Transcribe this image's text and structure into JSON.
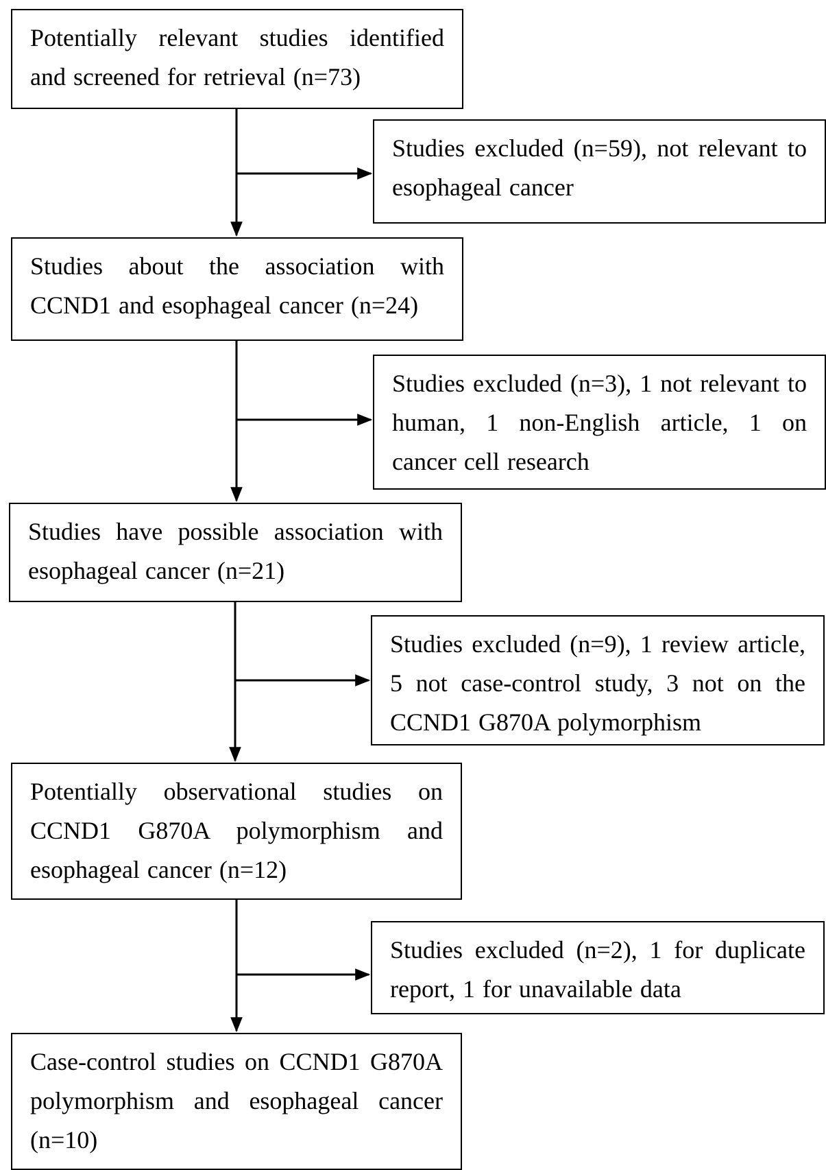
{
  "steps": [
    {
      "text": "Potentially relevant studies identified and screened for retrieval (n=73)"
    },
    {
      "text": "Studies about the association with CCND1 and esophageal cancer (n=24)"
    },
    {
      "text": "Studies have possible association with esophageal cancer (n=21)"
    },
    {
      "text": "Potentially observational studies on CCND1 G870A polymorphism and esophageal cancer (n=12)"
    },
    {
      "text": "Case-control studies on CCND1 G870A polymorphism and esophageal cancer (n=10)"
    }
  ],
  "exclusions": [
    {
      "text": "Studies excluded (n=59), not relevant to esophageal cancer"
    },
    {
      "text": "Studies excluded (n=3), 1 not relevant to human, 1 non-English article, 1 on cancer cell research"
    },
    {
      "text": "Studies excluded (n=9), 1 review article, 5 not case-control study, 3 not on the CCND1 G870A polymorphism"
    },
    {
      "text": "Studies excluded (n=2), 1 for duplicate report, 1 for unavailable data"
    }
  ],
  "colors": {
    "line": "#000000",
    "background": "#ffffff"
  }
}
